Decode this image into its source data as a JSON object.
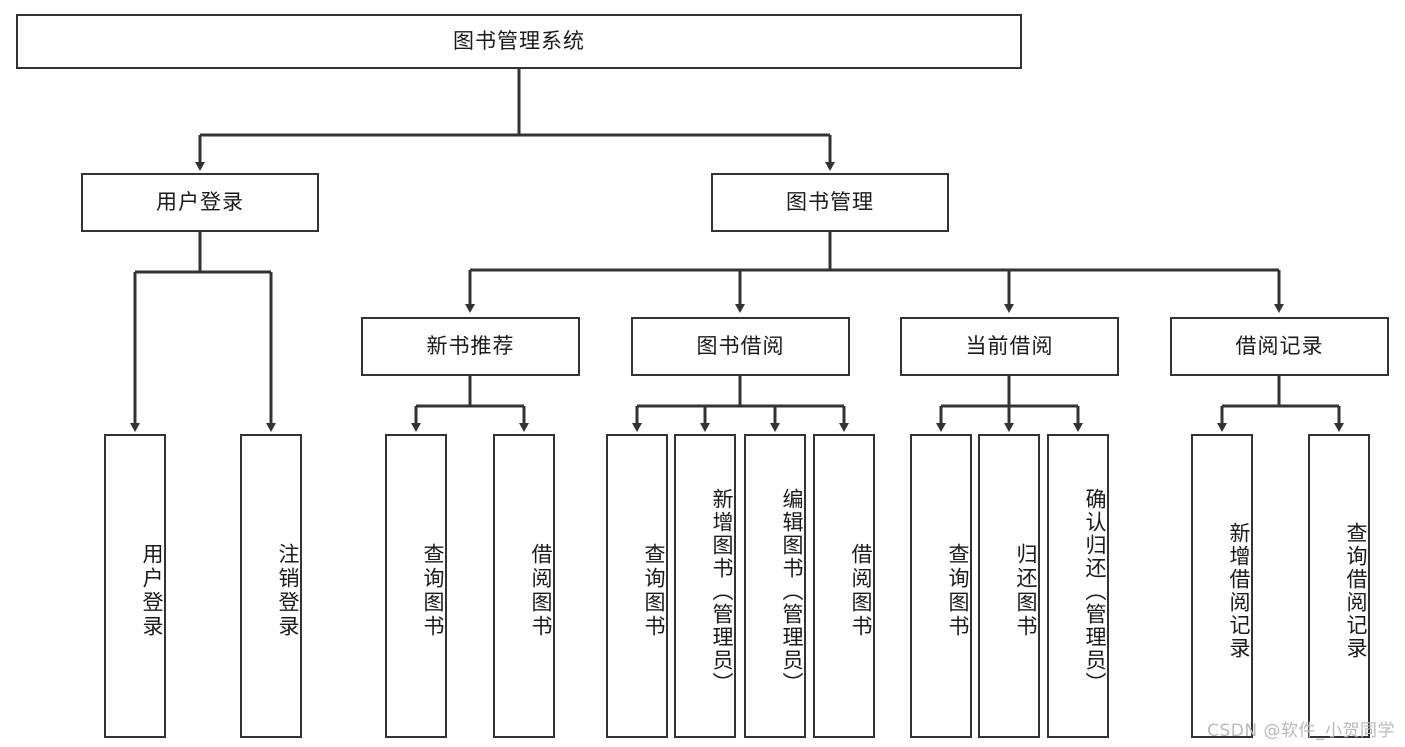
{
  "diagram": {
    "type": "tree-flowchart",
    "title": "图书管理系统",
    "root": {
      "label": "图书管理系统"
    },
    "level1": [
      {
        "id": "user-login",
        "label": "用户登录"
      },
      {
        "id": "book-management",
        "label": "图书管理"
      }
    ],
    "level2": [
      {
        "id": "new-book-recommend",
        "label": "新书推荐",
        "parent": "book-management"
      },
      {
        "id": "book-borrow",
        "label": "图书借阅",
        "parent": "book-management"
      },
      {
        "id": "current-borrow",
        "label": "当前借阅",
        "parent": "book-management"
      },
      {
        "id": "borrow-record",
        "label": "借阅记录",
        "parent": "book-management"
      }
    ],
    "leaves": [
      {
        "id": "leaf-user-login",
        "label": "用户登录",
        "parent": "user-login"
      },
      {
        "id": "leaf-logout-login",
        "label": "注销登录",
        "parent": "user-login"
      },
      {
        "id": "leaf-query-book-1",
        "label": "查询图书",
        "parent": "new-book-recommend"
      },
      {
        "id": "leaf-borrow-book-1",
        "label": "借阅图书",
        "parent": "new-book-recommend"
      },
      {
        "id": "leaf-query-book-2",
        "label": "查询图书",
        "parent": "book-borrow"
      },
      {
        "id": "leaf-add-book",
        "label": "新增图书（管理员）",
        "parent": "book-borrow"
      },
      {
        "id": "leaf-edit-book",
        "label": "编辑图书（管理员）",
        "parent": "book-borrow"
      },
      {
        "id": "leaf-borrow-book-2",
        "label": "借阅图书",
        "parent": "book-borrow"
      },
      {
        "id": "leaf-query-book-3",
        "label": "查询图书",
        "parent": "current-borrow"
      },
      {
        "id": "leaf-return-book",
        "label": "归还图书",
        "parent": "current-borrow"
      },
      {
        "id": "leaf-confirm-return",
        "label": "确认归还（管理员）",
        "parent": "current-borrow"
      },
      {
        "id": "leaf-add-record",
        "label": "新增借阅记录",
        "parent": "borrow-record"
      },
      {
        "id": "leaf-query-record",
        "label": "查询借阅记录",
        "parent": "borrow-record"
      }
    ],
    "colors": {
      "stroke": "#333333",
      "fill": "#ffffff",
      "text": "#1a1a1a",
      "watermark": "#b9b9b9"
    }
  },
  "watermark": {
    "text": "CSDN @软件_小贺同学"
  }
}
